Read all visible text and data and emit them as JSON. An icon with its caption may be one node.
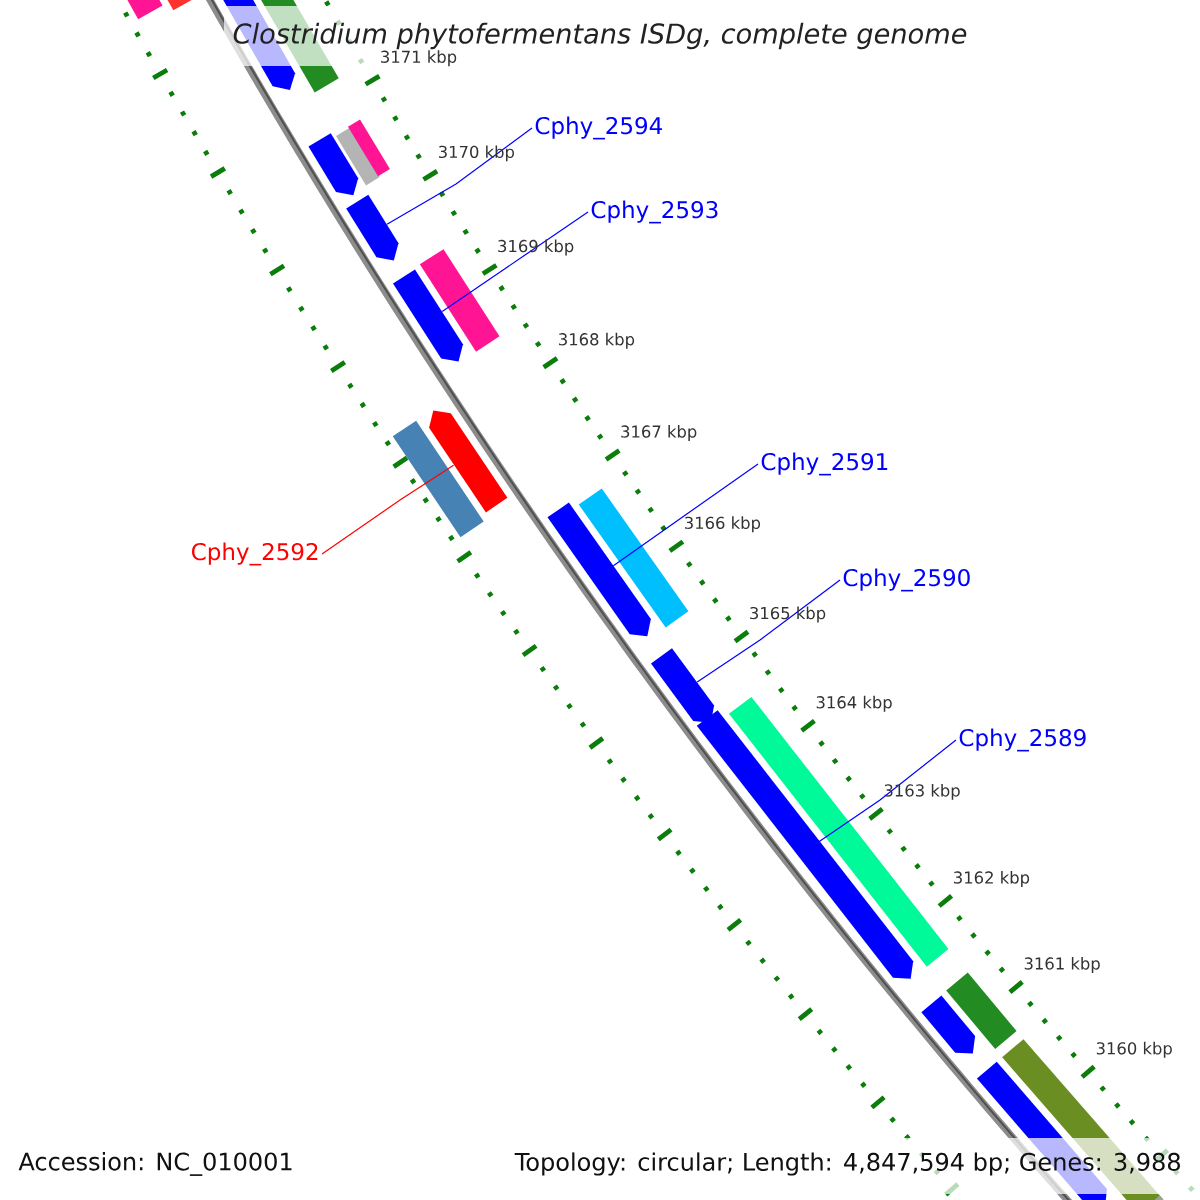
{
  "diagram": {
    "title": "Clostridium phytofermentans ISDg, complete genome",
    "nodes": [
      {
        "text": [
          "Cphy_2594"
        ]
      },
      {
        "text": [
          "Cphy_2593"
        ]
      },
      {
        "text": [
          "Cphy_2592"
        ]
      },
      {
        "text": [
          "Cphy_2591"
        ]
      },
      {
        "text": [
          "Cphy_2590"
        ]
      },
      {
        "text": [
          "Cphy_2589"
        ]
      },
      {
        "text": [],
        "shape": "bar"
      },
      {
        "text": [],
        "shape": "bar"
      },
      {
        "text": [],
        "shape": "bar"
      },
      {
        "text": [],
        "shape": "bar"
      },
      {
        "text": [],
        "shape": "bar"
      },
      {
        "text": [],
        "shape": "bar"
      },
      {
        "text": [],
        "shape": "bar"
      },
      {
        "text": [],
        "shape": "bar"
      },
      {
        "text": [],
        "shape": "bar"
      },
      {
        "text": [],
        "shape": "bar"
      },
      {
        "text": [],
        "shape": "bar"
      },
      {
        "text": [],
        "shape": "bar"
      },
      {
        "text": [],
        "shape": "bar"
      },
      {
        "text": [],
        "shape": "bar"
      },
      {
        "text": [],
        "shape": "bar"
      },
      {
        "text": [],
        "shape": "bar"
      },
      {
        "text": [],
        "shape": "bar"
      },
      {
        "text": [],
        "shape": "bar"
      },
      {
        "text": [],
        "shape": "bar"
      },
      {
        "text": [],
        "shape": "bar"
      },
      {
        "text": [],
        "shape": "bar"
      },
      {
        "text": [],
        "shape": "bar"
      }
    ],
    "edges": [
      {
        "from": 0,
        "to": 13,
        "arrow": "none"
      },
      {
        "from": 1,
        "to": 15,
        "arrow": "none"
      },
      {
        "from": 2,
        "to": 16,
        "arrow": "none",
        "color": "#ff0000"
      },
      {
        "from": 3,
        "to": 18,
        "arrow": "none"
      },
      {
        "from": 4,
        "to": 20,
        "arrow": "none"
      },
      {
        "from": 5,
        "to": 21,
        "arrow": "none"
      }
    ],
    "labels": [
      "3171 kbp",
      "3170 kbp",
      "3169 kbp",
      "3168 kbp",
      "3167 kbp",
      "3166 kbp",
      "3165 kbp",
      "3164 kbp",
      "3163 kbp",
      "3162 kbp",
      "3161 kbp",
      "3160 kbp",
      "Accession: NC_010001",
      "Topology: circular; Length: 4,847,594 bp; Genes: 3,988"
    ]
  }
}
